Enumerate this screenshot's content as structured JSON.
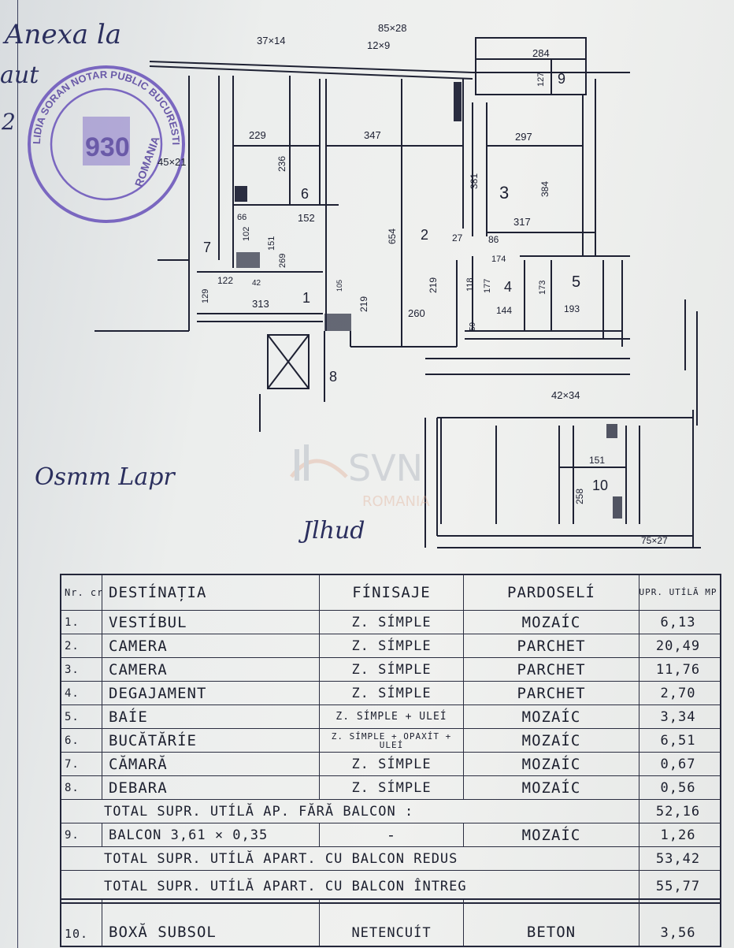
{
  "annotations": {
    "top_left_note": "Anexa la",
    "top_left_note2": "aut",
    "top_left_num": "2",
    "signature_text": "Osmm Lapr",
    "signature_mark": "Jlhud"
  },
  "stamp": {
    "ring_text": "LIDIA SORAN NOTAR PUBLIC BUCURESTI",
    "center": "930",
    "right": "ROMANIA"
  },
  "watermark": {
    "brand": "SVN",
    "country": "ROMANIA"
  },
  "plan": {
    "dims": {
      "d37x14": "37×14",
      "d85x28": "85×28",
      "d12x9": "12×9",
      "d284": "284",
      "d127": "127",
      "d229": "229",
      "d347": "347",
      "d297": "297",
      "d236": "236",
      "d45x21": "45×21",
      "d381": "381",
      "d384": "384",
      "d66": "66",
      "d152": "152",
      "d654": "654",
      "d317": "317",
      "d27": "27",
      "d86": "86",
      "d102": "102",
      "d151": "151",
      "d269": "269",
      "d174": "174",
      "d122": "122",
      "d42": "42",
      "d118": "118",
      "d177": "177",
      "d173": "173",
      "d129": "129",
      "d313": "313",
      "d105": "105",
      "d219a": "219",
      "d219b": "219",
      "d260": "260",
      "d59": "59",
      "d144": "144",
      "d193": "193",
      "d42x34": "42×34",
      "d151b": "151",
      "d258": "258",
      "d75x27": "75×27"
    },
    "rooms": {
      "r1": "1",
      "r2": "2",
      "r3": "3",
      "r4": "4",
      "r5": "5",
      "r6": "6",
      "r7": "7",
      "r8": "8",
      "r9": "9",
      "r10": "10"
    }
  },
  "table": {
    "headers": {
      "nr": "Nr. crt.",
      "dest": "DESTÍNAȚIA",
      "fin": "FÍNISAJE",
      "par": "PARDOSELÍ",
      "sup": "SUPR. UTÍLĂ MP."
    },
    "rows": [
      {
        "nr": "1.",
        "dest": "VESTÍBUL",
        "fin": "Z. SÍMPLE",
        "par": "MOZAÍC",
        "sup": "6,13"
      },
      {
        "nr": "2.",
        "dest": "CAMERA",
        "fin": "Z. SÍMPLE",
        "par": "PARCHET",
        "sup": "20,49"
      },
      {
        "nr": "3.",
        "dest": "CAMERA",
        "fin": "Z. SÍMPLE",
        "par": "PARCHET",
        "sup": "11,76"
      },
      {
        "nr": "4.",
        "dest": "DEGAJAMENT",
        "fin": "Z. SÍMPLE",
        "par": "PARCHET",
        "sup": "2,70"
      },
      {
        "nr": "5.",
        "dest": "BAÍE",
        "fin": "Z. SÍMPLE + ULEÍ",
        "par": "MOZAÍC",
        "sup": "3,34"
      },
      {
        "nr": "6.",
        "dest": "BUCĂTĂRÍE",
        "fin": "Z. SÍMPLE + OPAXÍT + ULEÍ",
        "par": "MOZAÍC",
        "sup": "6,51"
      },
      {
        "nr": "7.",
        "dest": "CĂMARĂ",
        "fin": "Z. SÍMPLE",
        "par": "MOZAÍC",
        "sup": "0,67"
      },
      {
        "nr": "8.",
        "dest": "DEBARA",
        "fin": "Z. SÍMPLE",
        "par": "MOZAÍC",
        "sup": "0,56"
      }
    ],
    "total_fara_balcon": {
      "label": "TOTAL SUPR. UTÍLĂ AP. FĂRĂ BALCON :",
      "sup": "52,16"
    },
    "balcon": {
      "nr": "9.",
      "dest": "BALCON 3,61 × 0,35",
      "fin": "-",
      "par": "MOZAÍC",
      "sup": "1,26"
    },
    "total_redus": {
      "label": "TOTAL SUPR. UTÍLĂ APART. CU BALCON REDUS",
      "sup": "53,42"
    },
    "total_intreg": {
      "label": "TOTAL SUPR. UTÍLĂ APART. CU BALCON ÎNTREG",
      "sup": "55,77"
    },
    "boxa": {
      "nr": "10.",
      "dest": "BOXĂ SUBSOL",
      "fin": "NETENCUÍT",
      "par": "BETON",
      "sup": "3,56"
    }
  }
}
